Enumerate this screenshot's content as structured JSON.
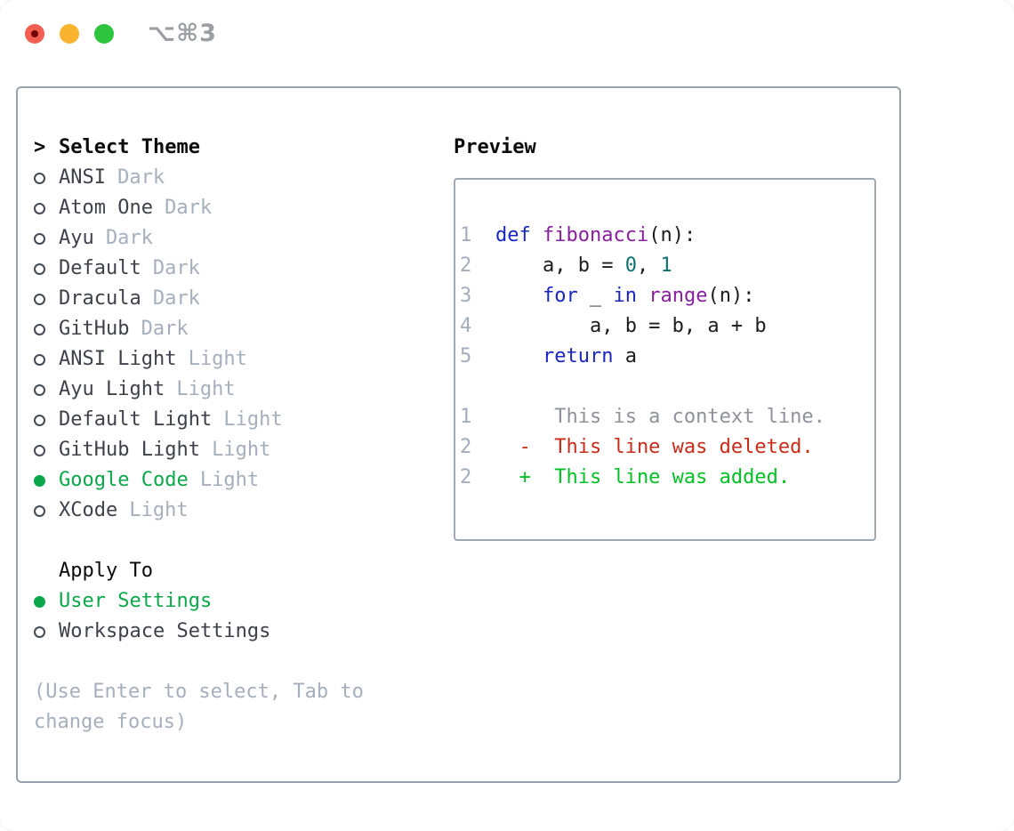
{
  "window": {
    "title": "⌥⌘3",
    "traffic_lights": [
      "close-button",
      "minimize-button",
      "zoom-button"
    ]
  },
  "colors": {
    "accent_green": "#0aa84a",
    "diff_added_green": "#03c125",
    "diff_deleted_red": "#c92c18",
    "keyword_blue": "#1a25c4",
    "function_purple": "#8a1f9e",
    "number_teal": "#0e7070",
    "muted_gray": "#a6afbc",
    "border_gray": "#98a1ab"
  },
  "theme_panel": {
    "header_prefix": ">",
    "header": "Select Theme",
    "items": [
      {
        "name": "ANSI",
        "variant": "Dark",
        "selected": false
      },
      {
        "name": "Atom One",
        "variant": "Dark",
        "selected": false
      },
      {
        "name": "Ayu",
        "variant": "Dark",
        "selected": false
      },
      {
        "name": "Default",
        "variant": "Dark",
        "selected": false
      },
      {
        "name": "Dracula",
        "variant": "Dark",
        "selected": false
      },
      {
        "name": "GitHub",
        "variant": "Dark",
        "selected": false
      },
      {
        "name": "ANSI Light",
        "variant": "Light",
        "selected": false
      },
      {
        "name": "Ayu Light",
        "variant": "Light",
        "selected": false
      },
      {
        "name": "Default Light",
        "variant": "Light",
        "selected": false
      },
      {
        "name": "GitHub Light",
        "variant": "Light",
        "selected": false
      },
      {
        "name": "Google Code",
        "variant": "Light",
        "selected": true
      },
      {
        "name": "XCode",
        "variant": "Light",
        "selected": false
      }
    ],
    "apply_to": {
      "header": "Apply To",
      "options": [
        {
          "name": "User Settings",
          "selected": true
        },
        {
          "name": "Workspace Settings",
          "selected": false
        }
      ]
    },
    "help_text": "(Use Enter to select, Tab to change focus)"
  },
  "preview": {
    "title": "Preview",
    "code_lines": [
      {
        "num": "1",
        "tokens": [
          [
            "def",
            "kw"
          ],
          [
            " ",
            "plain"
          ],
          [
            "fibonacci",
            "fn"
          ],
          [
            "(n):",
            "plain"
          ]
        ]
      },
      {
        "num": "2",
        "tokens": [
          [
            "    a, b = ",
            "plain"
          ],
          [
            "0",
            "num"
          ],
          [
            ", ",
            "plain"
          ],
          [
            "1",
            "num"
          ]
        ]
      },
      {
        "num": "3",
        "tokens": [
          [
            "    ",
            "plain"
          ],
          [
            "for",
            "kw"
          ],
          [
            " _ ",
            "plain"
          ],
          [
            "in",
            "kw"
          ],
          [
            " ",
            "plain"
          ],
          [
            "range",
            "fn"
          ],
          [
            "(n):",
            "plain"
          ]
        ]
      },
      {
        "num": "4",
        "tokens": [
          [
            "        a, b = b, a + b",
            "plain"
          ]
        ]
      },
      {
        "num": "5",
        "tokens": [
          [
            "    ",
            "plain"
          ],
          [
            "return",
            "kw"
          ],
          [
            " a",
            "plain"
          ]
        ]
      },
      {
        "num": "",
        "tokens": []
      },
      {
        "num": "1",
        "tokens": [
          [
            "     This is a context line.",
            "ctx"
          ]
        ]
      },
      {
        "num": "2",
        "tokens": [
          [
            "  -  This line was deleted.",
            "del"
          ]
        ]
      },
      {
        "num": "2",
        "tokens": [
          [
            "  +  This line was added.",
            "add"
          ]
        ]
      }
    ]
  }
}
